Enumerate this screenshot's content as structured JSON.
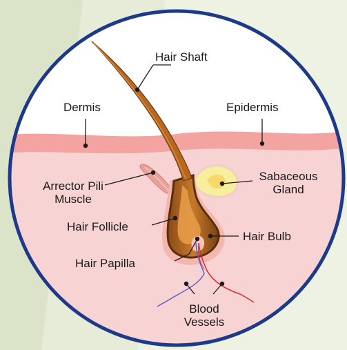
{
  "colors": {
    "background_left": "#dfe7cf",
    "background_right": "#eef2e3",
    "circle_border": "#1d3a8a",
    "dermis": "#f7cfd0",
    "epidermis": "#f3a3a0",
    "hair_brown": "#b8671f",
    "hair_dark": "#6e3a12",
    "gland_yellow": "#f8ef9e",
    "muscle_pink": "#e89a95",
    "vessel_red": "#e0262a",
    "vessel_blue": "#5a5fc9"
  },
  "labels": {
    "hair_shaft": "Hair Shaft",
    "dermis": "Dermis",
    "epidermis": "Epidermis",
    "arrector_pili_line1": "Arrector Pili",
    "arrector_pili_line2": "Muscle",
    "sebaceous_line1": "Sabaceous",
    "sebaceous_line2": "Gland",
    "hair_follicle": "Hair Follicle",
    "hair_bulb": "Hair Bulb",
    "hair_papilla": "Hair Papilla",
    "blood_line1": "Blood",
    "blood_line2": "Vessels"
  }
}
